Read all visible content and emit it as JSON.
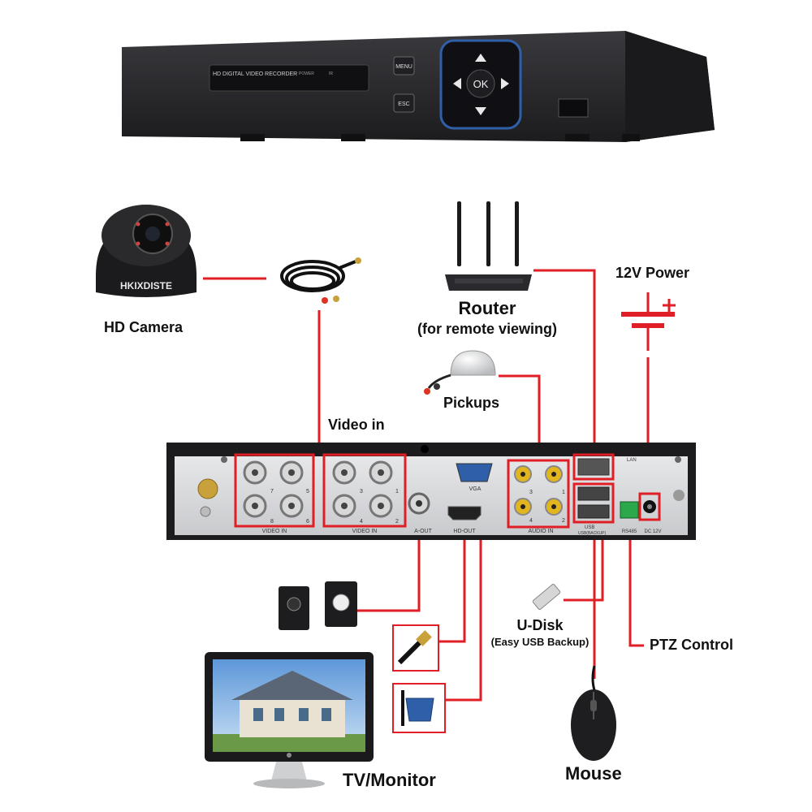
{
  "dvr_front": {
    "model_text": "HD DIGITAL VIDEO RECORDER",
    "power_text": "POWER",
    "ir_text": "IR",
    "menu_label": "MENU",
    "esc_label": "ESC",
    "ok_label": "OK"
  },
  "camera": {
    "brand_text": "HKIXDISTE",
    "label": "HD Camera"
  },
  "router": {
    "label": "Router",
    "sublabel": "(for remote viewing)"
  },
  "power": {
    "label": "12V Power"
  },
  "pickups": {
    "label": "Pickups"
  },
  "video_in": {
    "label": "Video in"
  },
  "dvr_back": {
    "video_in_left": "VIDEO IN",
    "video_in_right": "VIDEO IN",
    "a_out": "A-OUT",
    "hd_out": "HD-OUT",
    "vga": "VGA",
    "audio_in": "AUDIO IN",
    "lan": "LAN",
    "usb": "USB",
    "usb_backup": "USB(BACKUP)",
    "rs485": "RS485",
    "dc12v": "DC 12V",
    "ch_left": [
      "7",
      "5",
      "8",
      "6"
    ],
    "ch_right": [
      "3",
      "1",
      "4",
      "2"
    ],
    "audio_ch": [
      "3",
      "1",
      "4",
      "2"
    ]
  },
  "udisk": {
    "label": "U-Disk",
    "sublabel": "(Easy USB Backup)"
  },
  "ptz": {
    "label": "PTZ Control"
  },
  "tv": {
    "label": "TV/Monitor"
  },
  "mouse": {
    "label": "Mouse"
  },
  "colors": {
    "connector_red": "#e01e25",
    "panel_dark": "#2a2a2d",
    "panel_light": "#d9dadc"
  }
}
